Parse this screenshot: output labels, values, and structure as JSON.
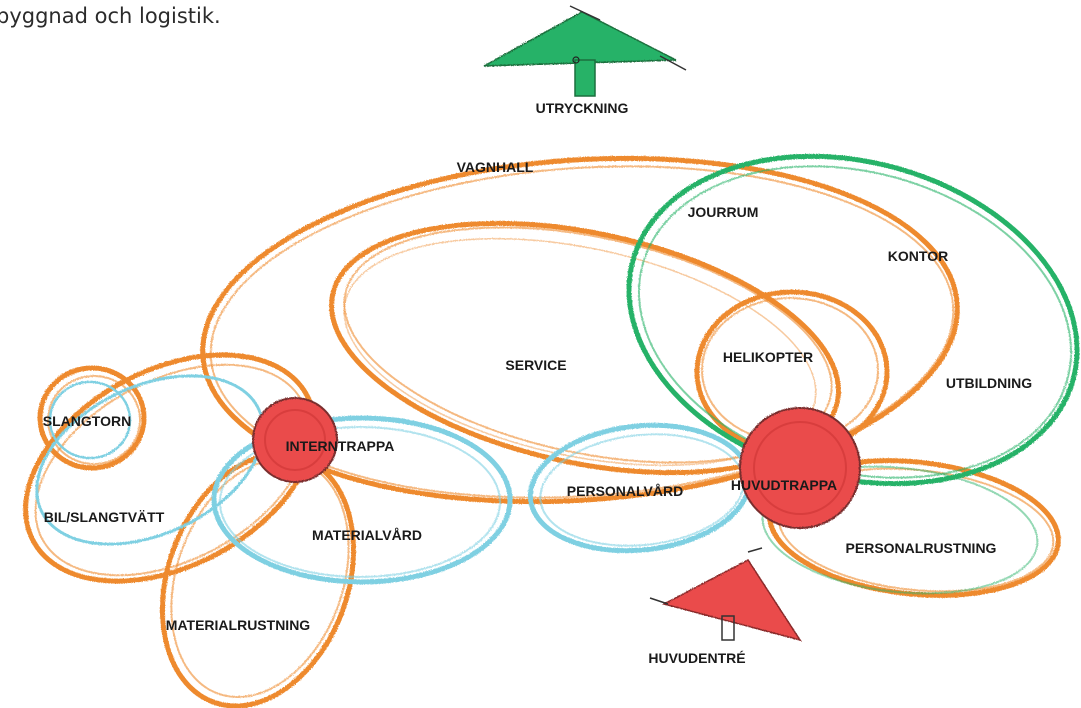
{
  "intro_text": "byggnad och logistik.",
  "colors": {
    "orange": "#ee8a2e",
    "cyan": "#7fd0e2",
    "green": "#27b267",
    "red": "#ea4b4b"
  },
  "labels": {
    "utryckning": "UTRYCKNING",
    "vagnhall": "VAGNHALL",
    "jourrum": "JOURRUM",
    "kontor": "KONTOR",
    "service": "SERVICE",
    "helikopter": "HELIKOPTER",
    "utbildning": "UTBILDNING",
    "slangtorn": "SLANGTORN",
    "internatrappa": "INTERNTRAPPA",
    "bil_slangtvatt": "BIL/SLANGTVÄTT",
    "materialvard": "MATERIALVÅRD",
    "personalvard": "PERSONALVÅRD",
    "huvudtrappa": "HUVUDTRAPPA",
    "personalrustning": "PERSONALRUSTNING",
    "materialrustning": "MATERIALRUSTNING",
    "huvudentre": "HUVUDENTRÉ"
  }
}
